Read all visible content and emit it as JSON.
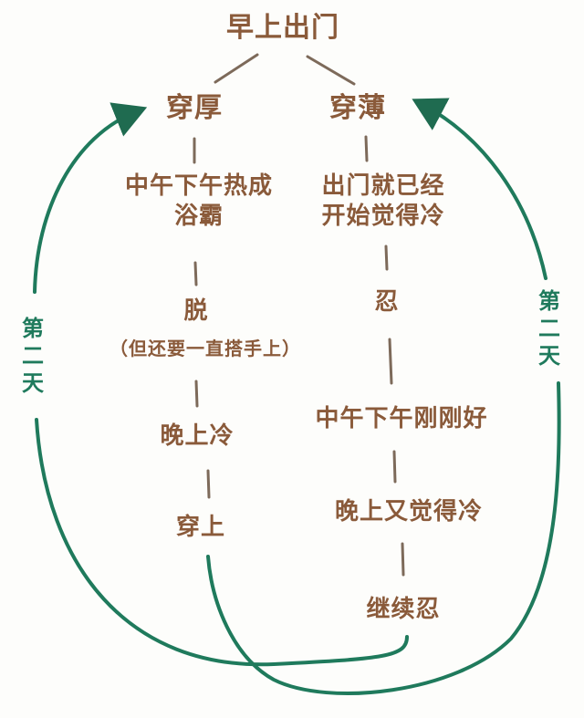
{
  "colors": {
    "text": "#8a5a3a",
    "connector": "#7d6a5a",
    "loop": "#1f7a5c",
    "background": "#fdfdfb"
  },
  "root": {
    "label": "早上出门"
  },
  "branches": {
    "thick": {
      "title": "穿厚",
      "steps": [
        {
          "lines": [
            "中午下午热成",
            "浴霸"
          ]
        },
        {
          "lines": [
            "脱"
          ]
        },
        {
          "lines": [
            "（但还要一直搭手上）"
          ]
        },
        {
          "lines": [
            "晚上冷"
          ]
        },
        {
          "lines": [
            "穿上"
          ]
        }
      ]
    },
    "thin": {
      "title": "穿薄",
      "steps": [
        {
          "lines": [
            "出门就已经",
            "开始觉得冷"
          ]
        },
        {
          "lines": [
            "忍"
          ]
        },
        {
          "lines": [
            "中午下午刚刚好"
          ]
        },
        {
          "lines": [
            "晚上又觉得冷"
          ]
        },
        {
          "lines": [
            "继续忍"
          ]
        }
      ]
    }
  },
  "loops": {
    "left": {
      "label": [
        "第",
        "二",
        "天"
      ],
      "from": "继续忍",
      "to": "穿厚"
    },
    "right": {
      "label": [
        "第",
        "二",
        "天"
      ],
      "from": "穿上",
      "to": "穿薄"
    }
  }
}
